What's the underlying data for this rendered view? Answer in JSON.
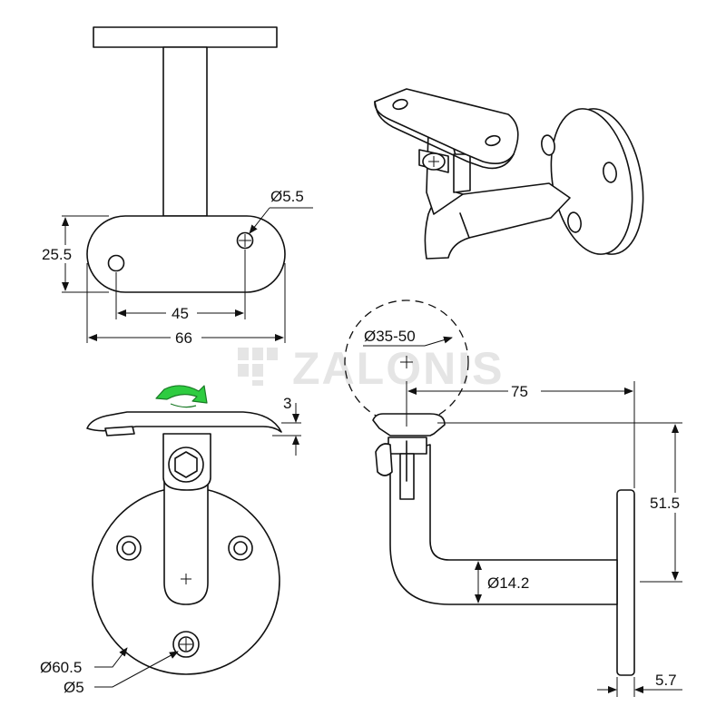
{
  "watermark": {
    "text": "ZALONIS"
  },
  "dimensions": {
    "hole_small": "Ø5.5",
    "plate_height": "25.5",
    "hole_spacing": "45",
    "plate_width": "66",
    "plate_thickness": "3",
    "rail_diameter": "Ø35-50",
    "projection": "75",
    "height": "51.5",
    "tube_diameter": "Ø14.2",
    "base_thickness": "5.7",
    "base_diameter": "Ø60.5",
    "screw_hole": "Ø5"
  },
  "colors": {
    "line": "#111111",
    "arrow": "#2ecc40",
    "arrow_stroke": "#1a7a26",
    "watermark": "#e5e5e5"
  },
  "icons": {
    "rotate_arrow": "green-rotate-arrow-icon"
  }
}
